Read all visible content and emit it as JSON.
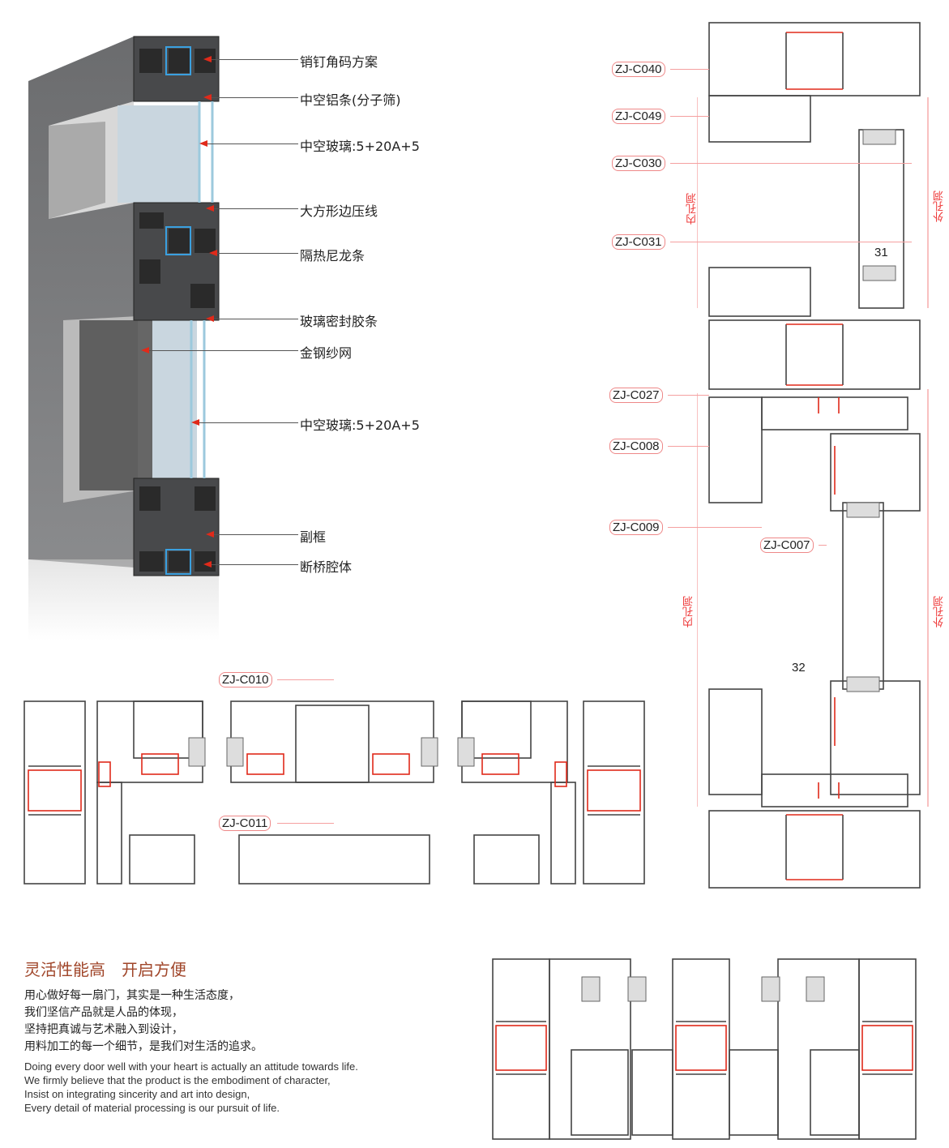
{
  "callouts": [
    "销钉角码方案",
    "中空铝条(分子筛)",
    "中空玻璃:5+20A+5",
    "大方形边压线",
    "隔热尼龙条",
    "玻璃密封胶条",
    "金钢纱网",
    "中空玻璃:5+20A+5",
    "副框",
    "断桥腔体"
  ],
  "vertical_section": {
    "tags": [
      "ZJ-C040",
      "ZJ-C049",
      "ZJ-C030",
      "ZJ-C031",
      "ZJ-C027",
      "ZJ-C008",
      "ZJ-C009",
      "ZJ-C007"
    ],
    "dims": [
      "31",
      "32"
    ],
    "inner_label": "内孔洞",
    "outer_label": "外孔洞"
  },
  "horizontal_section": {
    "tags": [
      "ZJ-C010",
      "ZJ-C011"
    ]
  },
  "text": {
    "heading": "灵活性能高　开启方便",
    "cn_lines": [
      "用心做好每一扇门，其实是一种生活态度，",
      "我们坚信产品就是人品的体现，",
      "坚持把真诚与艺术融入到设计，",
      "用料加工的每一个细节，是我们对生活的追求。"
    ],
    "en_lines": [
      "Doing every door well with your heart is actually an attitude towards life.",
      "We firmly believe that the product is the embodiment of character,",
      "Insist on integrating sincerity and art into design,",
      "Every detail of material processing is our pursuit of life."
    ]
  },
  "colors": {
    "accent": "#a0462a",
    "profile": "#555555",
    "thermal_break": "#e02a1a",
    "frame": "#6b6c6e"
  }
}
